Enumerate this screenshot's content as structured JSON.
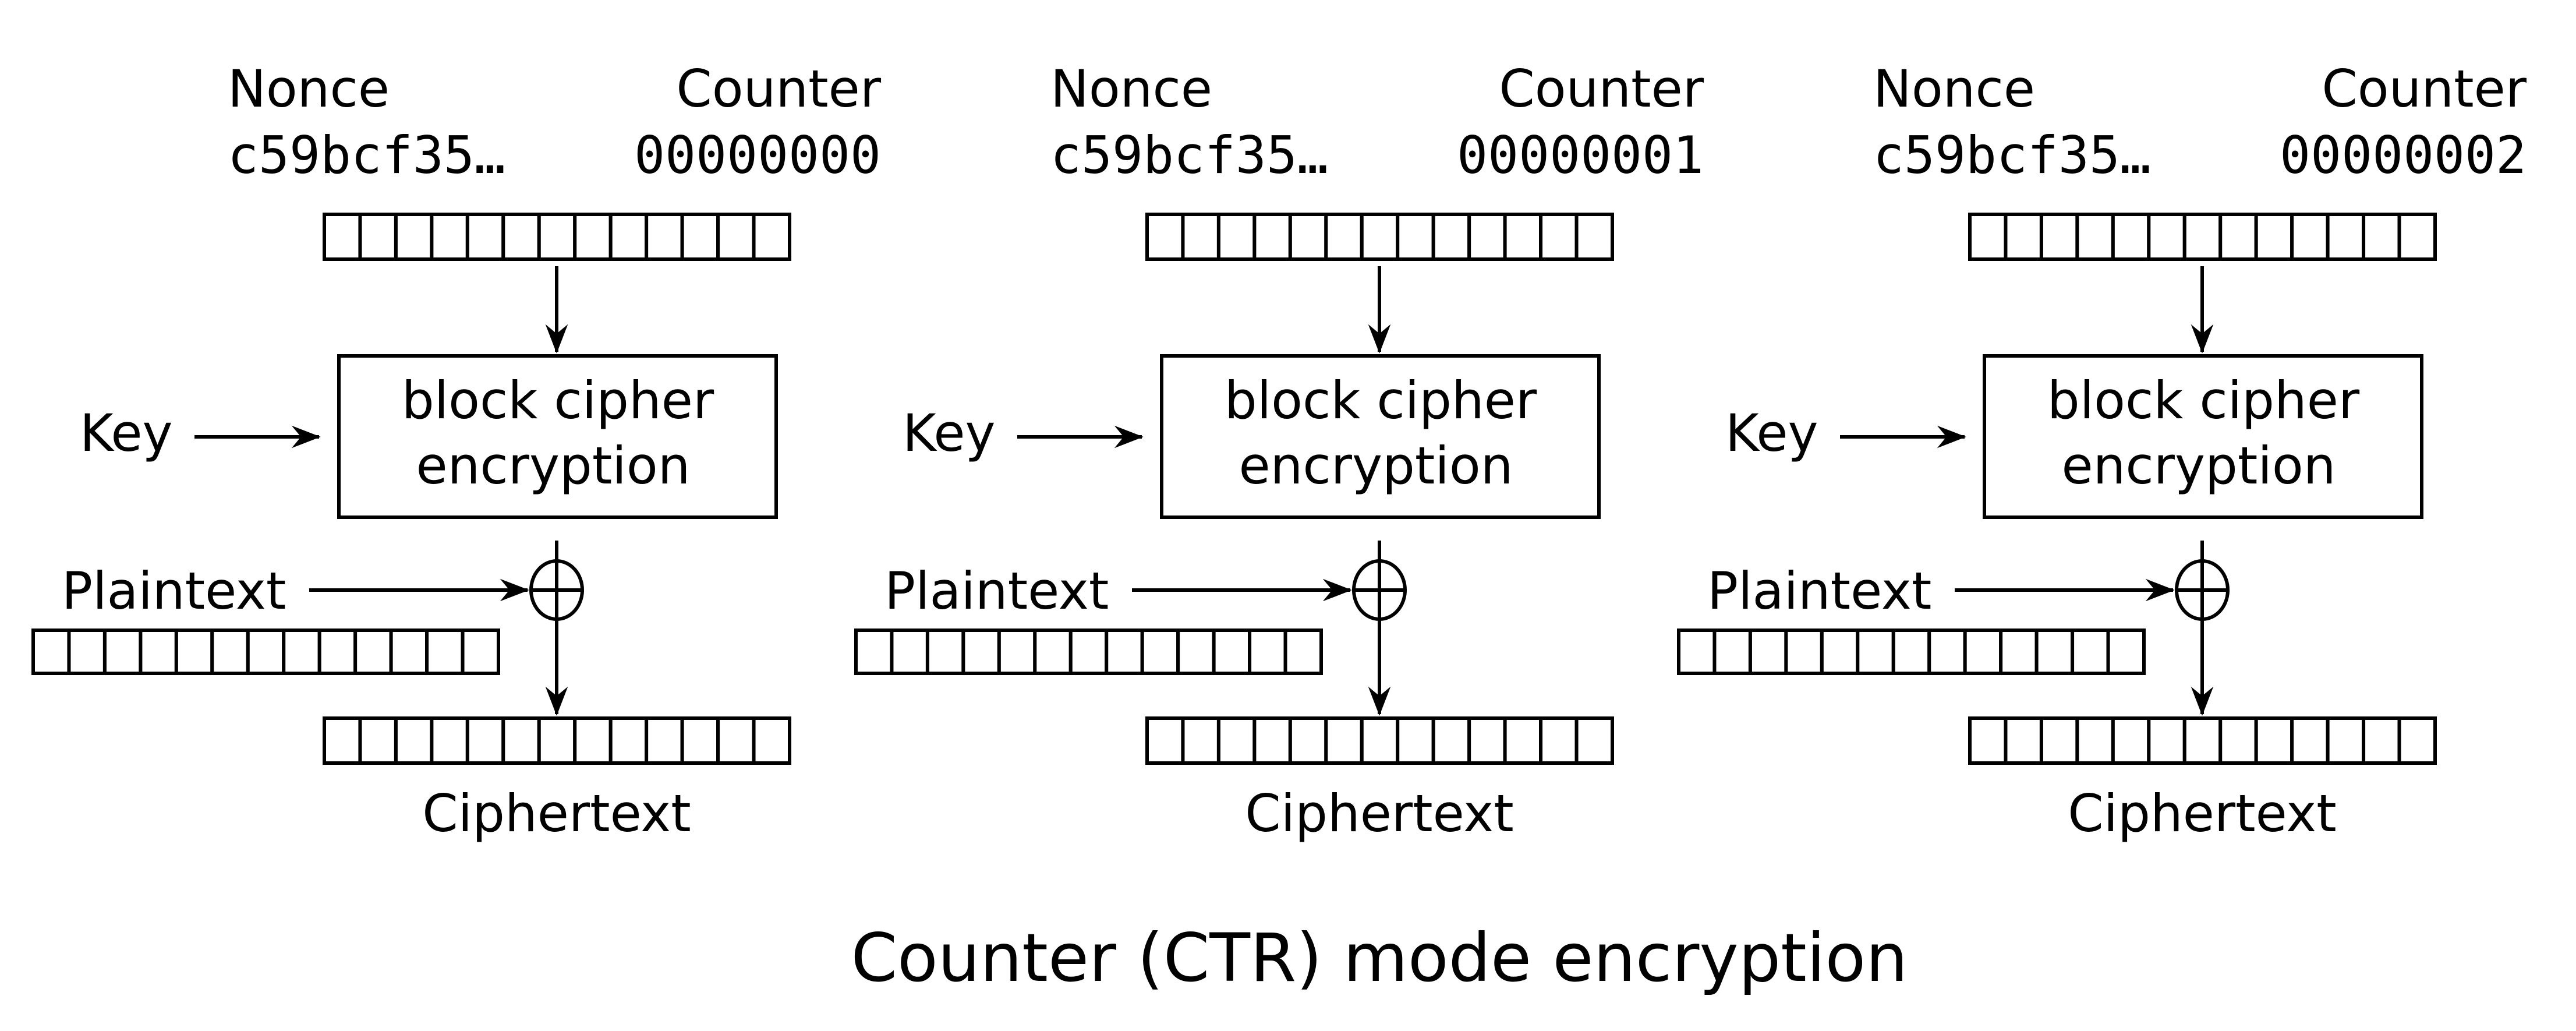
{
  "title": "Counter (CTR) mode encryption",
  "block_cells": 13,
  "labels": {
    "nonce": "Nonce",
    "counter": "Counter",
    "key": "Key",
    "plaintext": "Plaintext",
    "ciphertext": "Ciphertext",
    "cipher_line1": "block cipher",
    "cipher_line2": "encryption"
  },
  "panels": [
    {
      "nonce_value": "c59bcf35…",
      "counter_value": "00000000"
    },
    {
      "nonce_value": "c59bcf35…",
      "counter_value": "00000001"
    },
    {
      "nonce_value": "c59bcf35…",
      "counter_value": "00000002"
    }
  ],
  "colors": {
    "ink": "#000000",
    "background": "#ffffff"
  }
}
